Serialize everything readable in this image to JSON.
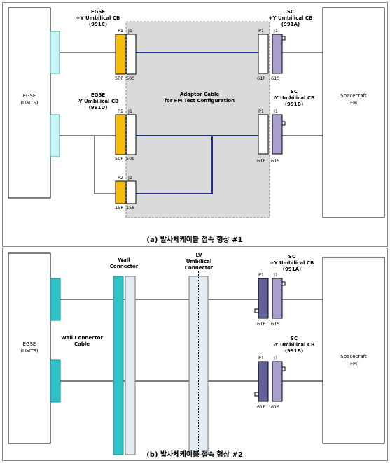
{
  "panel_a": {
    "egse": [
      "EGSE",
      "(UMTS)"
    ],
    "spacecraft": [
      "Spacecraft",
      "(FM)"
    ],
    "egse_plus_cb": [
      "EGSE",
      "+Y Umbilical CB",
      "(991C)"
    ],
    "egse_minus_cb": [
      "EGSE",
      "-Y Umbilical CB",
      "(991D)"
    ],
    "sc_plus_cb": [
      "SC",
      "+Y Umbilical CB",
      "(991A)"
    ],
    "sc_minus_cb": [
      "SC",
      "-Y Umbilical CB",
      "(991B)"
    ],
    "adaptor_cable": [
      "Adaptor Cable",
      "for FM Test Configuration"
    ],
    "connectors": {
      "p1": "P1",
      "j1": "J1",
      "p2": "P2",
      "j2": "J2",
      "p50": "50P",
      "s50": "50S",
      "p61": "61P",
      "s61": "61S",
      "p15": "15P",
      "s15": "15S"
    },
    "caption": "(a) 발사체케이블 접속 형상 #1"
  },
  "panel_b": {
    "egse": [
      "EGSE",
      "(UMTS)"
    ],
    "spacecraft": [
      "Spacecraft",
      "(FM)"
    ],
    "wall_connector": [
      "Wall",
      "Connector"
    ],
    "wall_connector_cable": [
      "Wall Connector",
      "Cable"
    ],
    "lv_connector": [
      "LV",
      "Umbilical",
      "Connector"
    ],
    "sc_plus_cb": [
      "SC",
      "+Y Umbilical CB",
      "(991A)"
    ],
    "sc_minus_cb": [
      "SC",
      "-Y Umbilical CB",
      "(991B)"
    ],
    "connectors": {
      "p1": "P1",
      "j1": "J1",
      "p61": "61P",
      "s61": "61S"
    },
    "caption": "(b) 발사체케이블 접속 형상 #2"
  }
}
